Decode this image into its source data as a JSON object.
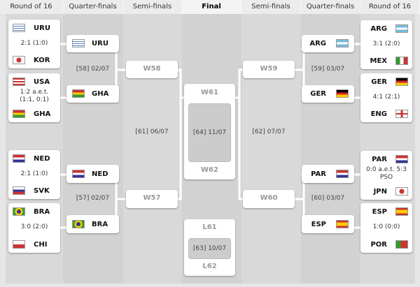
{
  "headers": [
    "Round of 16",
    "Quarter-finals",
    "Semi-finals",
    "Final",
    "Semi-finals",
    "Quarter-finals",
    "Round of 16"
  ],
  "r16_left": [
    {
      "t1": "URU",
      "t2": "KOR",
      "score": "2:1 (1:0)"
    },
    {
      "t1": "USA",
      "t2": "GHA",
      "score": "1:2 a.e.t. (1:1, 0:1)"
    },
    {
      "t1": "NED",
      "t2": "SVK",
      "score": "2:1 (1:0)"
    },
    {
      "t1": "BRA",
      "t2": "CHI",
      "score": "3:0 (2:0)"
    }
  ],
  "r16_right": [
    {
      "t1": "ARG",
      "t2": "MEX",
      "score": "3:1 (2:0)"
    },
    {
      "t1": "GER",
      "t2": "ENG",
      "score": "4:1 (2:1)"
    },
    {
      "t1": "PAR",
      "t2": "JPN",
      "score": "0:0 a.e.t. 5:3 PSO"
    },
    {
      "t1": "ESP",
      "t2": "POR",
      "score": "1:0 (0:0)"
    }
  ],
  "qf_left": [
    {
      "t1": "URU",
      "t2": "GHA",
      "date": "[58] 02/07"
    },
    {
      "t1": "NED",
      "t2": "BRA",
      "date": "[57] 02/07"
    }
  ],
  "qf_right": [
    {
      "t1": "ARG",
      "t2": "GER",
      "date": "[59] 03/07"
    },
    {
      "t1": "PAR",
      "t2": "ESP",
      "date": "[60] 03/07"
    }
  ],
  "sf_left": {
    "top": "W58",
    "bottom": "W57",
    "date": "[61] 06/07"
  },
  "sf_right": {
    "top": "W59",
    "bottom": "W60",
    "date": "[62] 07/07"
  },
  "final": {
    "top": "W61",
    "bottom": "W62",
    "date": "[64] 11/07"
  },
  "third": {
    "top": "L61",
    "bottom": "L62",
    "date": "[63] 10/07"
  }
}
